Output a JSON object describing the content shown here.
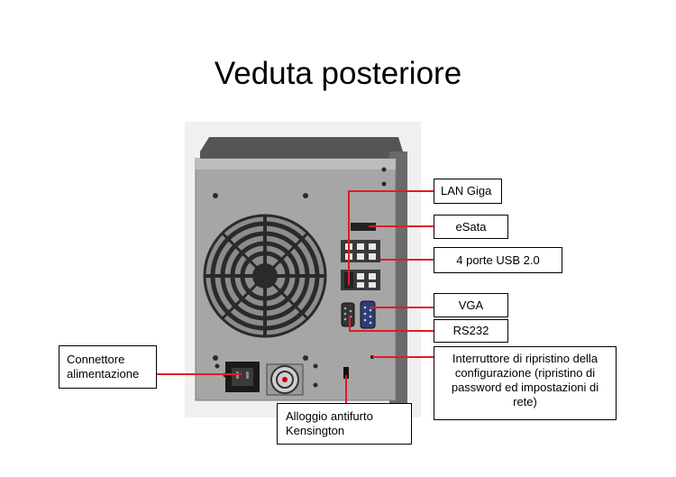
{
  "title": "Veduta posteriore",
  "callouts": {
    "lan": "LAN Giga",
    "esata": "eSata",
    "usb": "4 porte USB 2.0",
    "vga": "VGA",
    "rs232": "RS232",
    "reset": "Interruttore di ripristino della configurazione (ripristino di password ed impostazioni di rete)",
    "power": "Connettore alimentazione",
    "kensington": "Alloggio antifurto Kensington"
  },
  "colors": {
    "leader": "#e31b23",
    "chassis": "#a9a9a9",
    "chassis_top": "#5a5a5a"
  }
}
